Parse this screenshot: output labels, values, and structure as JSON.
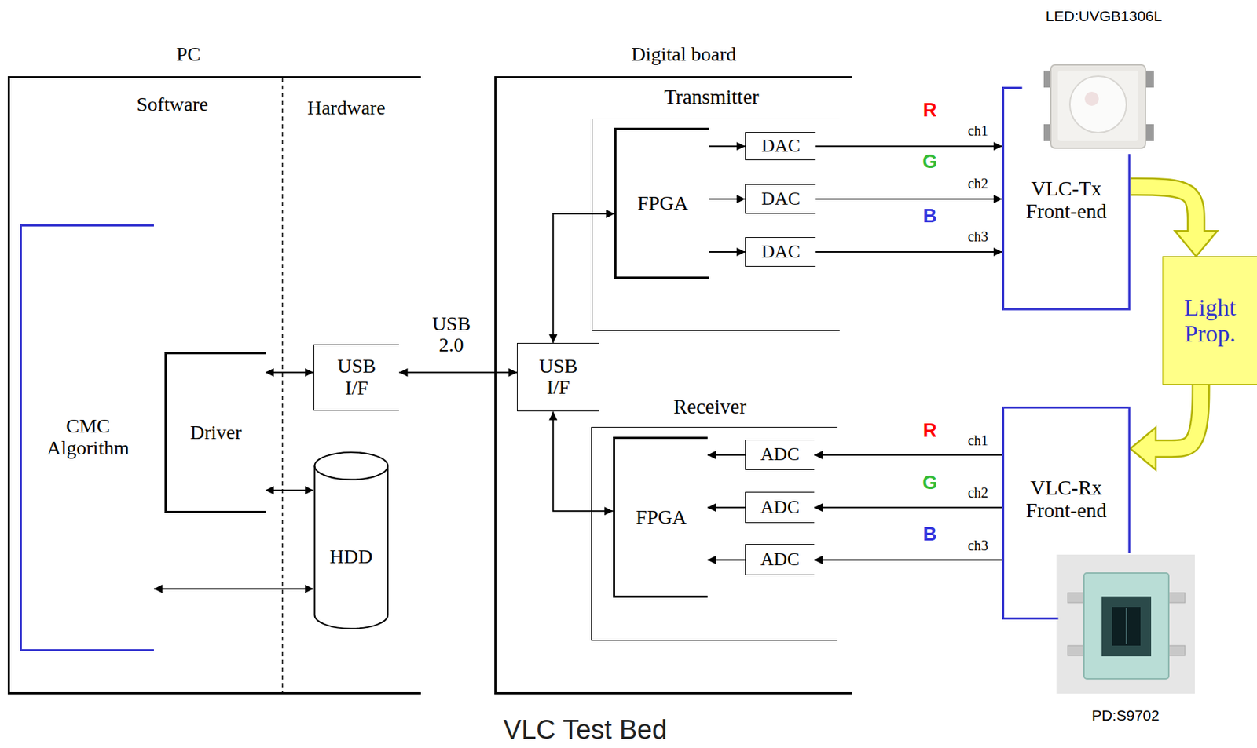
{
  "diagram": {
    "caption": "VLC Test Bed",
    "nodes": [
      {
        "text": [
          "PC",
          "Software",
          "Hardware"
        ]
      },
      {
        "text": [
          "CMC Algorithm"
        ],
        "in": 0
      },
      {
        "text": [
          "Driver"
        ],
        "in": 0
      },
      {
        "text": [
          "USB I/F"
        ],
        "in": 0
      },
      {
        "text": [
          "HDD"
        ],
        "in": 0
      },
      {
        "text": [
          "Digital board"
        ]
      },
      {
        "text": [
          "Transmitter"
        ],
        "in": 5
      },
      {
        "text": [
          "FPGA"
        ],
        "in": 6
      },
      {
        "text": [
          "DAC"
        ],
        "in": 6
      },
      {
        "text": [
          "DAC"
        ],
        "in": 6
      },
      {
        "text": [
          "DAC"
        ],
        "in": 6
      },
      {
        "text": [
          "USB I/F"
        ],
        "in": 5
      },
      {
        "text": [
          "Receiver"
        ],
        "in": 5
      },
      {
        "text": [
          "FPGA"
        ],
        "in": 12
      },
      {
        "text": [
          "ADC"
        ],
        "in": 12
      },
      {
        "text": [
          "ADC"
        ],
        "in": 12
      },
      {
        "text": [
          "ADC"
        ],
        "in": 12
      },
      {
        "text": [
          "VLC-Tx Front-end"
        ]
      },
      {
        "text": [
          "Light Prop."
        ]
      },
      {
        "text": [
          "VLC-Rx Front-end"
        ]
      }
    ],
    "edges": [
      {
        "from": 1,
        "to": 4,
        "arrow": "both"
      },
      {
        "from": 2,
        "to": 3,
        "arrow": "both"
      },
      {
        "from": 2,
        "to": 4,
        "arrow": "both"
      },
      {
        "from": 3,
        "to": 11,
        "label": "USB 2.0",
        "arrow": "both"
      },
      {
        "from": 11,
        "to": 7,
        "arrow": "both"
      },
      {
        "from": 11,
        "to": 13,
        "arrow": "both"
      },
      {
        "from": 7,
        "to": 8,
        "arrow": "to"
      },
      {
        "from": 7,
        "to": 9,
        "arrow": "to"
      },
      {
        "from": 7,
        "to": 10,
        "arrow": "to"
      },
      {
        "from": 8,
        "to": 17,
        "arrow": "to"
      },
      {
        "from": 9,
        "to": 17,
        "arrow": "to"
      },
      {
        "from": 10,
        "to": 17,
        "arrow": "to"
      },
      {
        "from": 19,
        "to": 14,
        "arrow": "to"
      },
      {
        "from": 19,
        "to": 15,
        "arrow": "to"
      },
      {
        "from": 19,
        "to": 16,
        "arrow": "to"
      },
      {
        "from": 14,
        "to": 13,
        "arrow": "to"
      },
      {
        "from": 15,
        "to": 13,
        "arrow": "to"
      },
      {
        "from": 16,
        "to": 13,
        "arrow": "to"
      },
      {
        "from": 17,
        "to": 18,
        "arrow": "to"
      },
      {
        "from": 18,
        "to": 19,
        "arrow": "to"
      }
    ],
    "labels": [
      "LED:UVGB1306L",
      "R",
      "ch1",
      "G",
      "ch2",
      "B",
      "ch3",
      "R",
      "ch1",
      "G",
      "ch2",
      "B",
      "ch3",
      "PD:S9702"
    ]
  }
}
